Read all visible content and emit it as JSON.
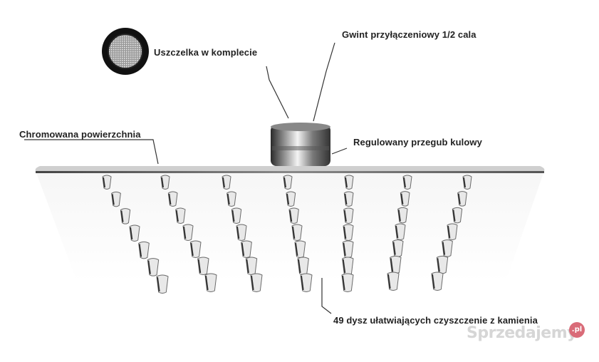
{
  "labels": {
    "gasket": "Uszczelka w komplecie",
    "thread": "Gwint przyłączeniowy 1/2 cala",
    "chrome": "Chromowana powierzchnia",
    "joint": "Regulowany przegub kulowy",
    "nozzles": "49 dysz ułatwiających czyszczenie z kamienia"
  },
  "watermark": {
    "text": "Sprzedajemy",
    "badge": ".pl"
  },
  "colors": {
    "chrome_dark": "#3a3a3a",
    "chrome_light": "#f2f2f2",
    "label_text": "#222222",
    "badge": "#d96b78"
  },
  "icons": [
    "gasket-icon",
    "shower-head-icon",
    "ball-joint-icon",
    "nozzle-icon"
  ]
}
